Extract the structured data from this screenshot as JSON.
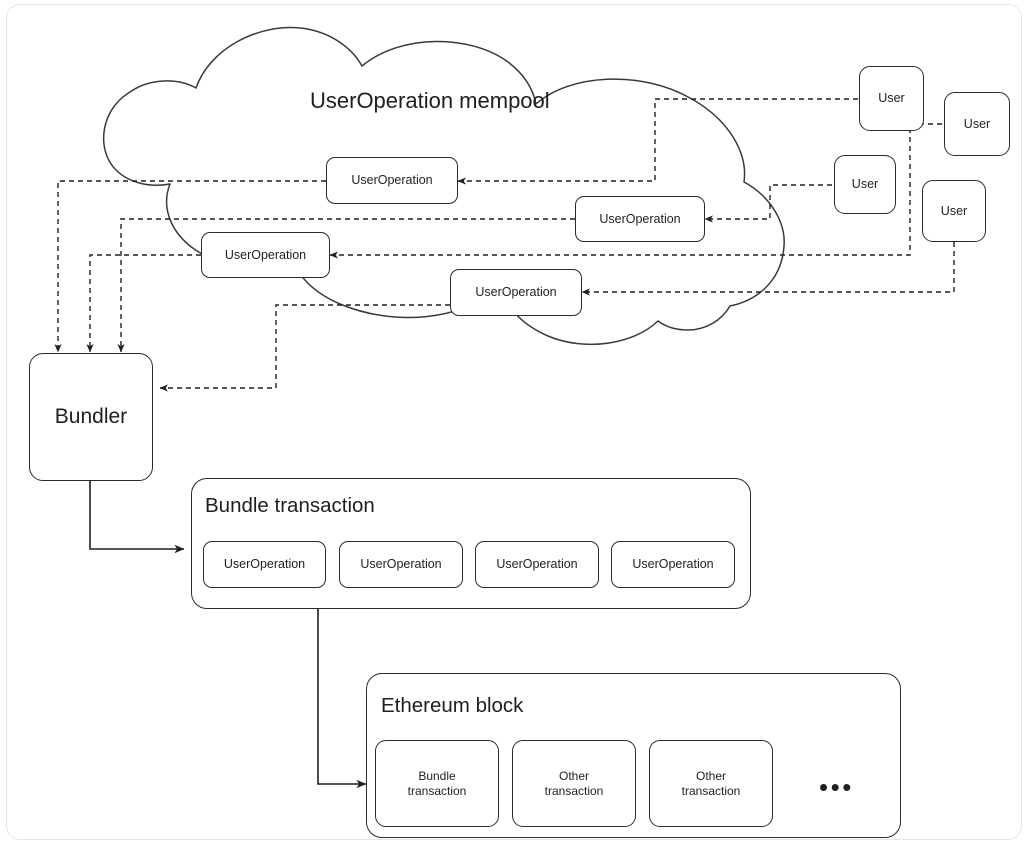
{
  "diagram": {
    "title_visible": false,
    "cloud": {
      "label": "UserOperation mempool",
      "items": [
        {
          "label": "UserOperation"
        },
        {
          "label": "UserOperation"
        },
        {
          "label": "UserOperation"
        },
        {
          "label": "UserOperation"
        }
      ]
    },
    "users": [
      {
        "label": "User"
      },
      {
        "label": "User"
      },
      {
        "label": "User"
      },
      {
        "label": "User"
      }
    ],
    "bundler": {
      "label": "Bundler"
    },
    "bundle_transaction": {
      "label": "Bundle transaction",
      "items": [
        {
          "label": "UserOperation"
        },
        {
          "label": "UserOperation"
        },
        {
          "label": "UserOperation"
        },
        {
          "label": "UserOperation"
        }
      ]
    },
    "ethereum_block": {
      "label": "Ethereum block",
      "items": [
        {
          "label": "Bundle\ntransaction",
          "line1": "Bundle",
          "line2": "transaction"
        },
        {
          "label": "Other\ntransaction",
          "line1": "Other",
          "line2": "transaction"
        },
        {
          "label": "Other\ntransaction",
          "line1": "Other",
          "line2": "transaction"
        }
      ],
      "more_indicator": "•••"
    },
    "colors": {
      "stroke": "#2b2b2b",
      "fill": "#ffffff",
      "text": "#1f1f1f",
      "page_background": "#f7f7f8",
      "card_border": "#e3e6e8"
    },
    "edge_styles": {
      "user_to_mempool": "dashed",
      "mempool_to_bundler": "dashed",
      "bundler_to_bundle": "solid",
      "bundle_to_block": "solid"
    }
  }
}
